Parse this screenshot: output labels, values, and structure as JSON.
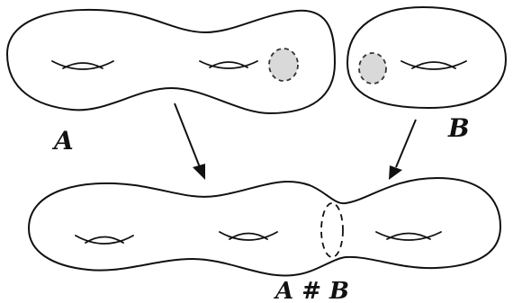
{
  "labels": {
    "a": "A",
    "b": "B",
    "sum": "A # B"
  },
  "colors": {
    "stroke": "#111111",
    "disc_fill": "#d9d9d9"
  }
}
